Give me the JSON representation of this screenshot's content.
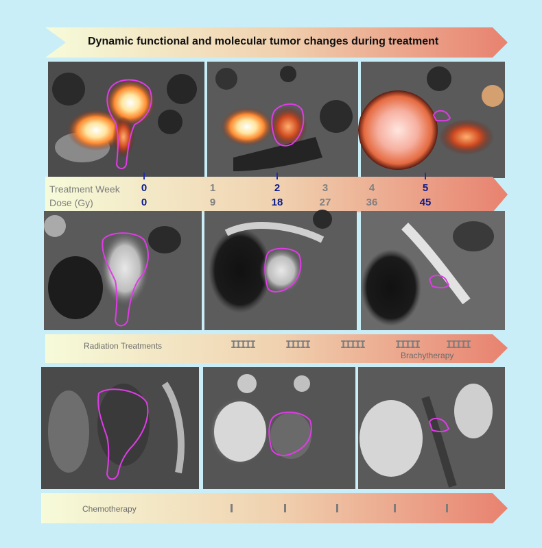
{
  "title": "Dynamic functional and molecular tumor changes during treatment",
  "timeline": {
    "week_label": "Treatment Week",
    "dose_label": "Dose (Gy)",
    "weeks": [
      "0",
      "1",
      "2",
      "3",
      "4",
      "5"
    ],
    "doses": [
      "0",
      "9",
      "18",
      "27",
      "36",
      "45"
    ],
    "highlighted_weeks": [
      "0",
      "2",
      "5"
    ]
  },
  "radiation": {
    "label": "Radiation Treatments",
    "brachy_label": "Brachytherapy",
    "fraction_groups": [
      "IIIII",
      "IIIII",
      "IIIII",
      "IIIII",
      "IIIII"
    ]
  },
  "chemotherapy": {
    "label": "Chemotherapy",
    "sessions": 5
  },
  "colors": {
    "background": "#c9eef8",
    "arrow_start": "#f5f9d6",
    "arrow_end": "#e98a77",
    "highlight_text": "#0b1a8a",
    "muted_text": "#808080",
    "contour": "#e03be8"
  },
  "image_rows": [
    {
      "row": "pet-ct-overlay",
      "panels": [
        "week-0",
        "week-2",
        "week-5"
      ]
    },
    {
      "row": "t2-weighted-mri",
      "panels": [
        "week-0",
        "week-2",
        "week-5"
      ]
    },
    {
      "row": "diffusion-mri",
      "panels": [
        "week-0",
        "week-2",
        "week-5"
      ]
    }
  ]
}
